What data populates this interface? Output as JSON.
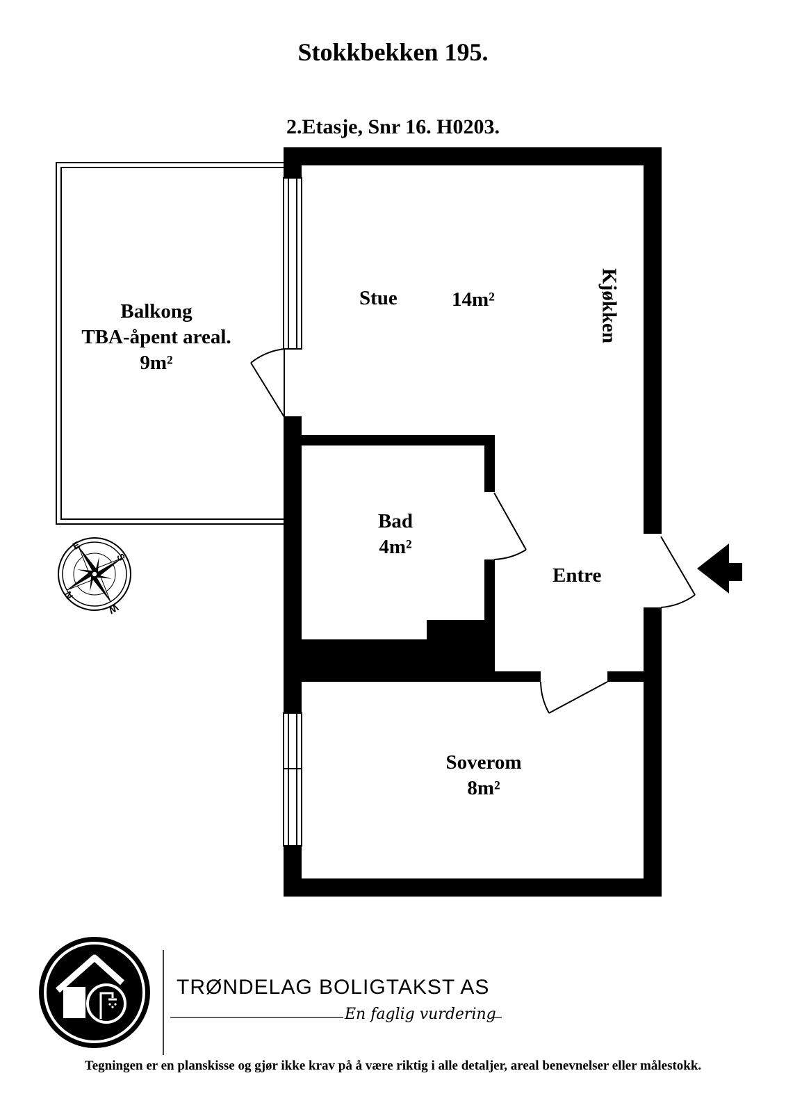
{
  "header": {
    "title": "Stokkbekken 195.",
    "subtitle": "2.Etasje, Snr 16. H0203."
  },
  "rooms": {
    "balcony": {
      "name": "Balkong",
      "note": "TBA-åpent areal.",
      "area": "9m²"
    },
    "living": {
      "name": "Stue",
      "area": "14m²"
    },
    "kitchen": {
      "name": "Kjøkken"
    },
    "bath": {
      "name": "Bad",
      "area": "4m²"
    },
    "entrance": {
      "name": "Entre"
    },
    "bedroom": {
      "name": "Soverom",
      "area": "8m²"
    }
  },
  "compass": {
    "letters": [
      "E",
      "S",
      "W",
      "N"
    ]
  },
  "entry_arrow": {
    "icon": "arrow-left-icon"
  },
  "company": {
    "name": "TRØNDELAG BOLIGTAKST AS",
    "tagline": "En faglig vurdering",
    "logo": "house-shower-logo-icon"
  },
  "footer": {
    "disclaimer": "Tegningen er en planskisse og gjør ikke krav på å være riktig i alle detaljer, areal benevnelser eller målestokk."
  },
  "colors": {
    "walls": "#000000",
    "background": "#ffffff"
  }
}
